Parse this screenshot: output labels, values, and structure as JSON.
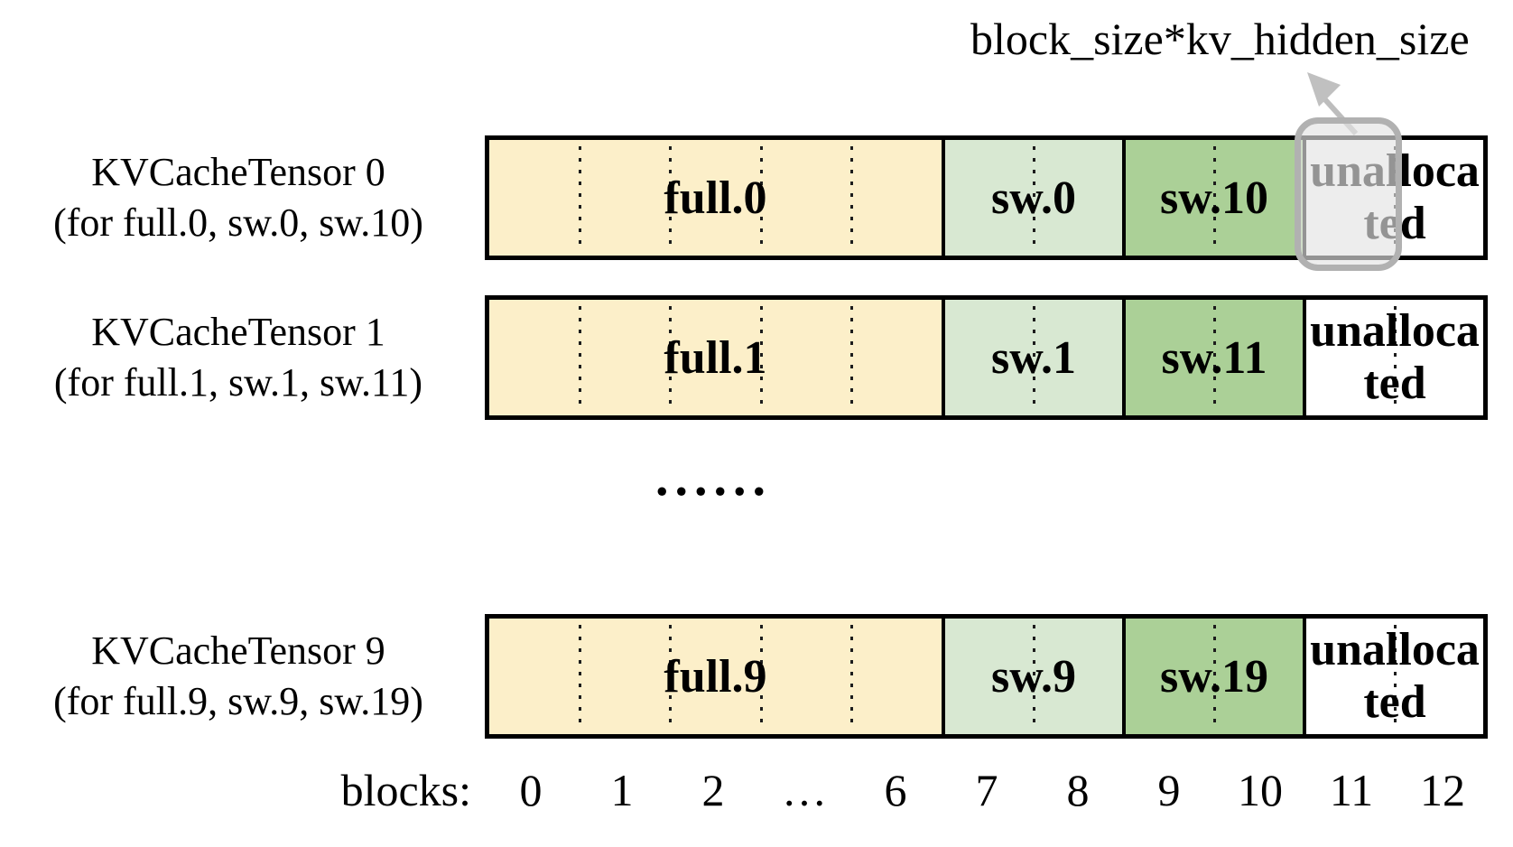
{
  "annotation": {
    "label": "block_size*kv_hidden_size"
  },
  "rows": [
    {
      "title": "KVCacheTensor 0",
      "subtitle": "(for full.0, sw.0, sw.10)",
      "full_label": "full.0",
      "sw_label": "sw.0",
      "sw2_label": "sw.10",
      "unallocated_line1": "unalloca",
      "unallocated_line2": "ted",
      "highlighted_block": "11"
    },
    {
      "title": "KVCacheTensor 1",
      "subtitle": "(for full.1, sw.1, sw.11)",
      "full_label": "full.1",
      "sw_label": "sw.1",
      "sw2_label": "sw.11",
      "unallocated_line1": "unalloca",
      "unallocated_line2": "ted"
    },
    {
      "title": "KVCacheTensor 9",
      "subtitle": "(for full.9, sw.9, sw.19)",
      "full_label": "full.9",
      "sw_label": "sw.9",
      "sw2_label": "sw.19",
      "unallocated_line1": "unalloca",
      "unallocated_line2": "ted"
    }
  ],
  "mid_ellipsis": "......",
  "axis": {
    "label": "blocks:",
    "ticks": [
      "0",
      "1",
      "2",
      "…",
      "6",
      "7",
      "8",
      "9",
      "10",
      "11",
      "12"
    ]
  },
  "colors": {
    "full_block": "#fcefc9",
    "sw_light_block": "#d8e8d2",
    "sw_dark_block": "#abd097",
    "unallocated_block": "#ffffff",
    "highlight_fill": "rgba(227,227,227,0.65)",
    "highlight_border": "#b1b1b1",
    "arrow_gray": "#bdbdbd"
  }
}
